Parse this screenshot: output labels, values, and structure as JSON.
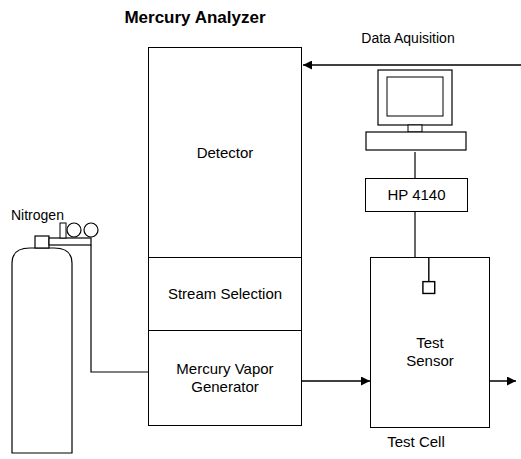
{
  "diagram": {
    "title": "Mercury Analyzer",
    "nodes": [
      {
        "text": [
          "Detector"
        ]
      },
      {
        "text": [
          "Stream Selection"
        ]
      },
      {
        "text": [
          "Mercury Vapor Generator"
        ]
      },
      {
        "text": [
          "Nitrogen"
        ]
      },
      {
        "text": [
          "Data Aquisition"
        ]
      },
      {
        "text": [
          "HP 4140"
        ]
      },
      {
        "text": [
          "Test Sensor",
          "Test Cell"
        ]
      }
    ],
    "edges": [
      {
        "from": 3,
        "to": 2,
        "arrow": "none"
      },
      {
        "from": 2,
        "to": 6,
        "arrow": "to"
      },
      {
        "from": 4,
        "to": 5,
        "arrow": "none"
      },
      {
        "from": 5,
        "to": 6,
        "arrow": "none"
      }
    ]
  }
}
